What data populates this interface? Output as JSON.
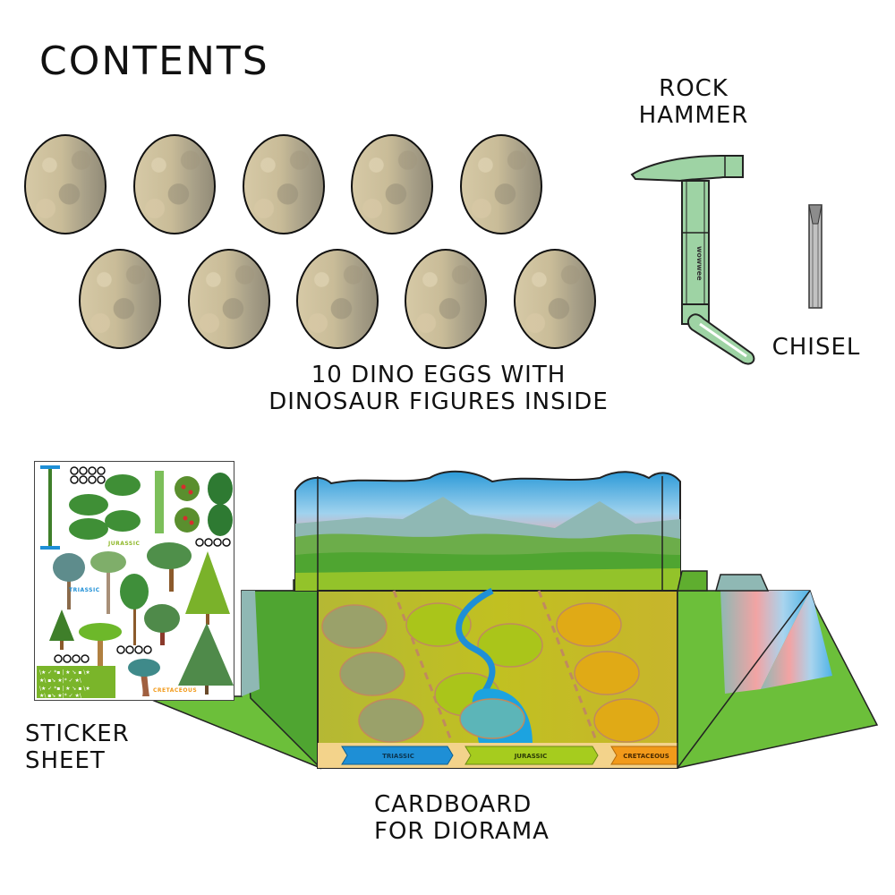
{
  "page": {
    "title": "CONTENTS"
  },
  "items": {
    "eggs": {
      "count": 10,
      "label_line1": "10 DINO EGGS WITH",
      "label_line2": "DINOSAUR FIGURES INSIDE"
    },
    "hammer": {
      "label_line1": "ROCK",
      "label_line2": "HAMMER",
      "color": "#9ed3a4"
    },
    "chisel": {
      "label": "CHISEL",
      "color": "#b5b5b5"
    },
    "sticker_sheet": {
      "label_line1": "STICKER",
      "label_line2": "SHEET",
      "era_labels": [
        "JURASSIC",
        "TRIASSIC",
        "CRETACEOUS"
      ]
    },
    "diorama": {
      "label_line1": "CARDBOARD",
      "label_line2": "FOR DIORAMA",
      "timeline": [
        {
          "label": "TRIASSIC",
          "color": "#1e8fd6"
        },
        {
          "label": "JURASSIC",
          "color": "#a6cc1e"
        },
        {
          "label": "CRETACEOUS",
          "color": "#f29a1a"
        }
      ]
    }
  },
  "colors": {
    "egg_base": "#c9bc98",
    "outline": "#111111",
    "grass": "#5fae2f",
    "sky": "#4fb3e6",
    "sunset": "#f1a3a0"
  }
}
